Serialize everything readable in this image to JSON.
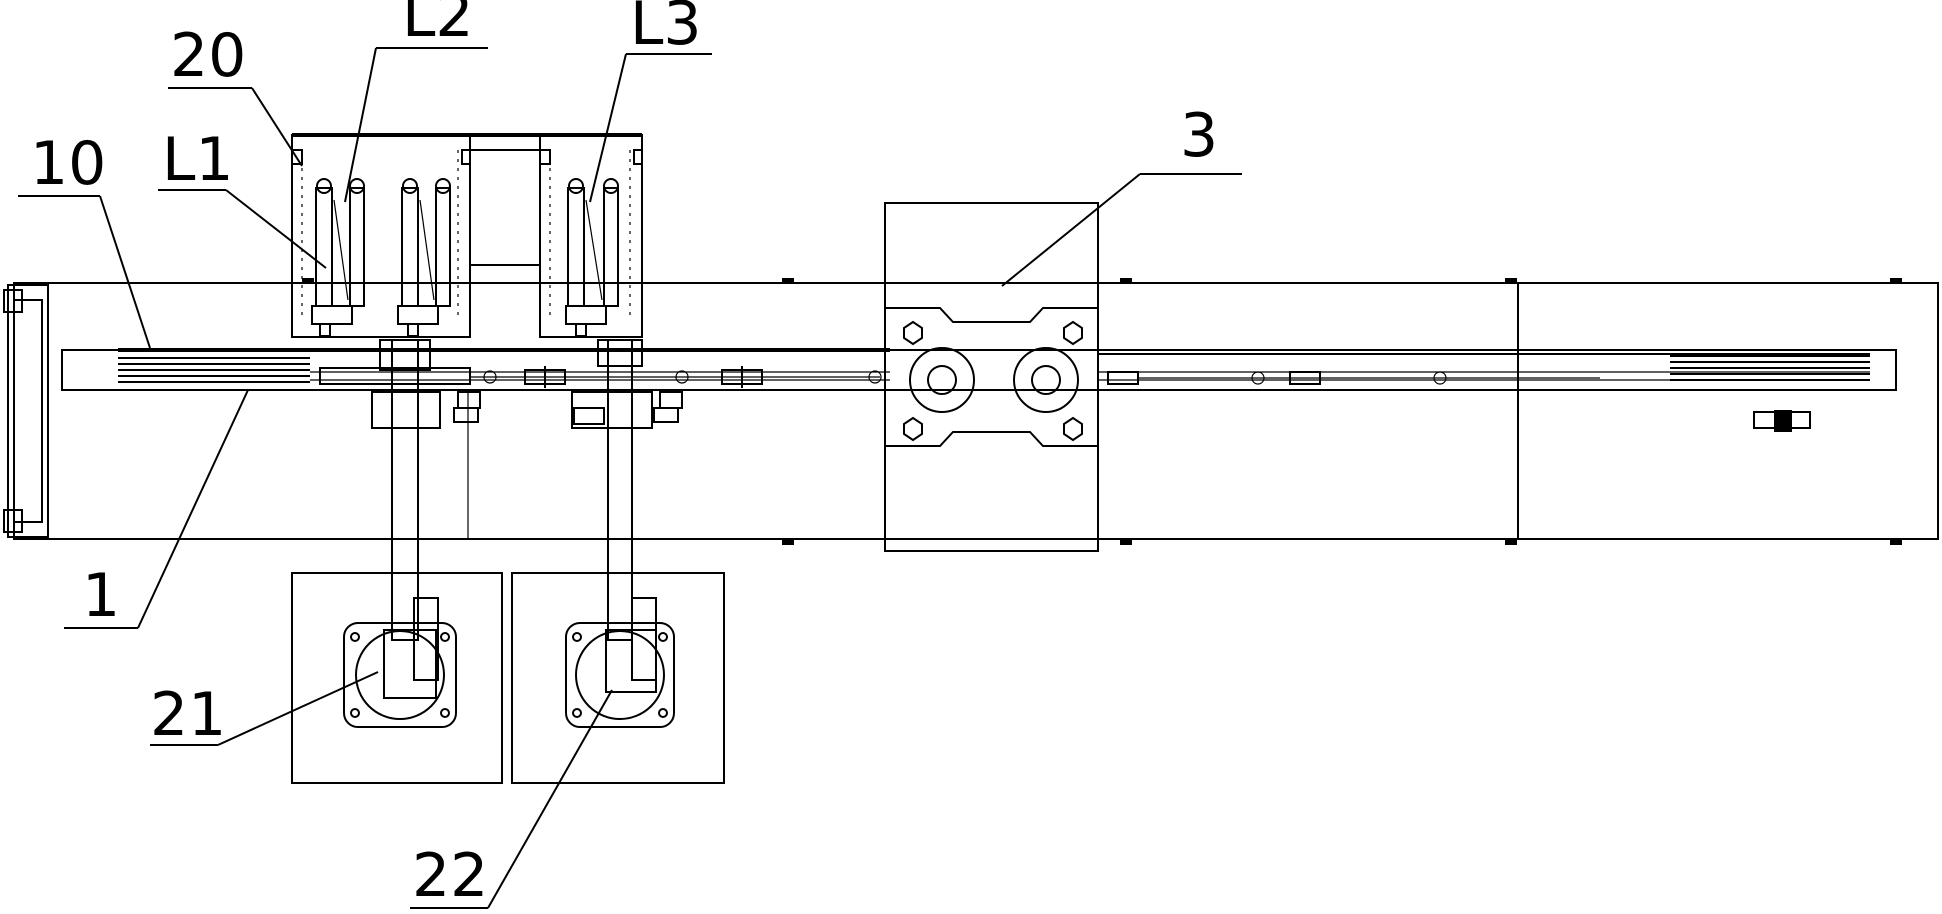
{
  "labels": {
    "conveyor": "1",
    "rail": "10",
    "fixture_frame": "20",
    "robot_one": "21",
    "robot_two": "22",
    "station": "3",
    "lane_one": "L1",
    "lane_two": "L2",
    "lane_three": "L3"
  },
  "colors": {
    "line": "#000000",
    "background": "#ffffff"
  }
}
